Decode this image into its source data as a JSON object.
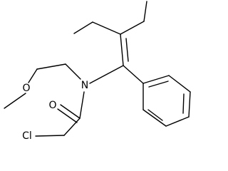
{
  "structure": {
    "atoms": {
      "nitrogen": "N",
      "ether_oxygen": "O",
      "carbonyl_oxygen": "O",
      "chlorine": "Cl"
    },
    "colors": {
      "bond": "#000000",
      "label": "#000000",
      "background": "#ffffff"
    }
  }
}
